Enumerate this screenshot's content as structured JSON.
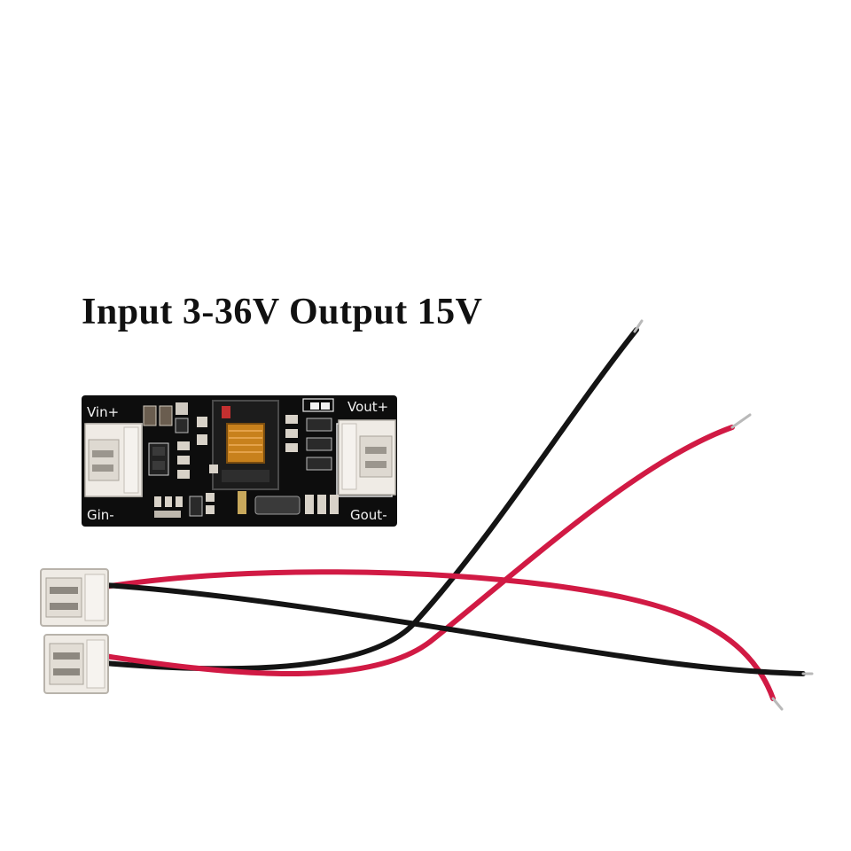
{
  "caption": "Input 3-36V Output 15V",
  "board": {
    "labels": {
      "vin_plus": "Vin+",
      "gin_minus": "Gin-",
      "vout_plus": "Vout+",
      "gout_minus": "Gout-"
    }
  },
  "colors": {
    "pcb": "#0d0d0d",
    "silkscreen": "#f2f2f2",
    "connector": "#eeeae4",
    "transformer_coil": "#c8811c",
    "wire_red": "#d11a44",
    "wire_black": "#141414",
    "background": "#ffffff"
  },
  "components": {
    "connectors_on_board": 2,
    "loose_connector_cables": 2,
    "wires_per_cable": [
      "red",
      "black"
    ]
  }
}
